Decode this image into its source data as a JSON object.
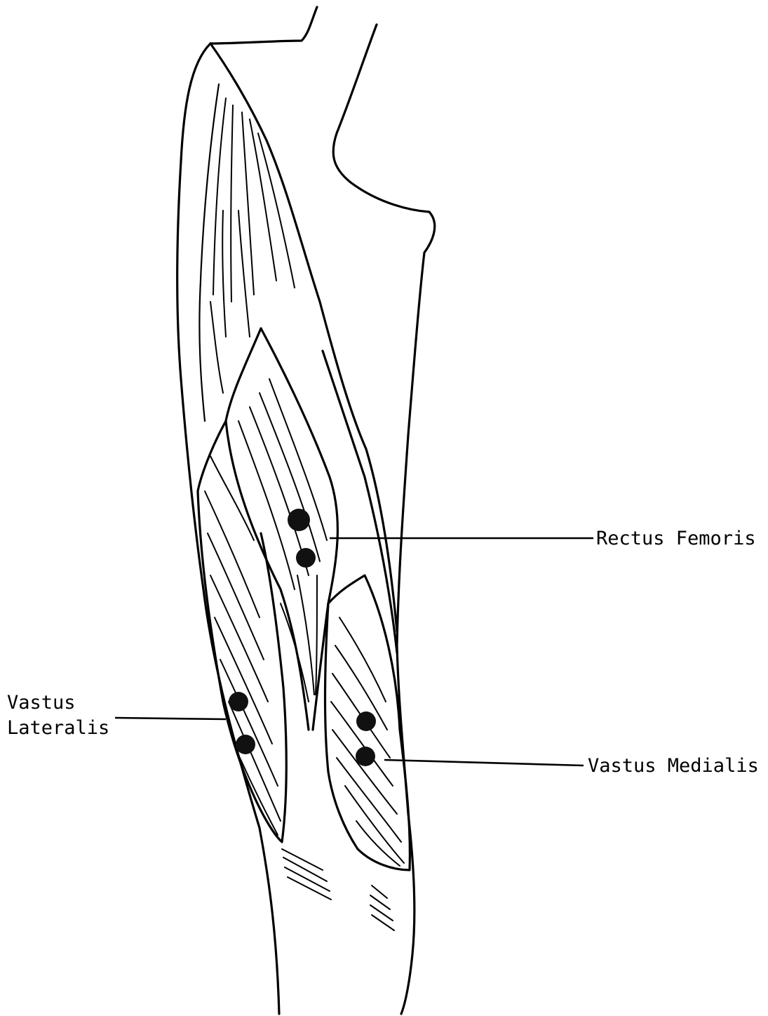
{
  "labels": {
    "rectus_femoris": "Rectus Femoris",
    "vastus_medialis": "Vastus Medialis",
    "vastus_lateralis_line1": "Vastus",
    "vastus_lateralis_line2": "Lateralis"
  },
  "colors": {
    "ink": "#000000",
    "electrode": "#111111",
    "paper": "#ffffff"
  }
}
